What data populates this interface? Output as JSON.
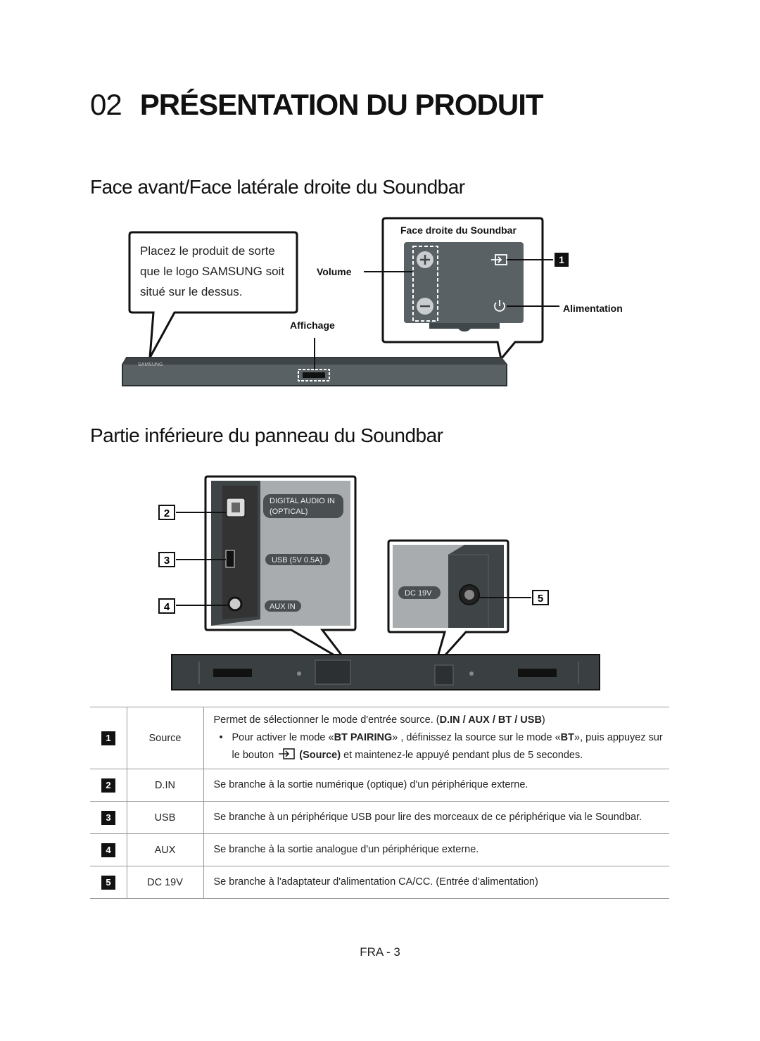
{
  "chapter": {
    "number": "02",
    "title": "PRÉSENTATION DU PRODUIT"
  },
  "section1": {
    "title": "Face avant/Face latérale droite du Soundbar"
  },
  "front_diagram": {
    "callout_text": "Placez le produit de sorte que le logo SAMSUNG soit situé sur le dessus.",
    "side_panel_title": "Face droite du Soundbar",
    "label_volume": "Volume",
    "label_affichage": "Affichage",
    "label_alimentation": "Alimentation",
    "marker": "1",
    "logo_text": "SAMSUNG"
  },
  "section2": {
    "title": "Partie inférieure du panneau du Soundbar"
  },
  "bottom_diagram": {
    "port_optical": "DIGITAL AUDIO IN",
    "port_optical_sub": "(OPTICAL)",
    "port_usb": "USB (5V 0.5A)",
    "port_aux": "AUX IN",
    "port_dc": "DC 19V",
    "markers": [
      "2",
      "3",
      "4",
      "5"
    ]
  },
  "table": {
    "rows": [
      {
        "num": "1",
        "name": "Source",
        "desc_line": "Permet de sélectionner le mode d'entrée source. (",
        "desc_modes": "D.IN / AUX / BT / USB",
        "desc_end": ")",
        "bullet_a": "Pour activer le mode «",
        "bullet_b": "BT PAIRING",
        "bullet_c": "» , définissez la source sur le mode «",
        "bullet_d": "BT",
        "bullet_e": "», puis appuyez sur le bouton ",
        "bullet_f": "(Source)",
        "bullet_g": " et maintenez-le appuyé pendant plus de 5 secondes."
      },
      {
        "num": "2",
        "name": "D.IN",
        "desc": "Se branche à la sortie numérique (optique) d'un périphérique externe."
      },
      {
        "num": "3",
        "name": "USB",
        "desc": "Se branche à un périphérique USB pour lire des morceaux de ce périphérique via le Soundbar."
      },
      {
        "num": "4",
        "name": "AUX",
        "desc": "Se branche à la sortie analogue d'un périphérique externe."
      },
      {
        "num": "5",
        "name": "DC 19V",
        "desc": "Se branche à l'adaptateur d'alimentation CA/CC. (Entrée d'alimentation)"
      }
    ]
  },
  "footer": {
    "page": "FRA - 3"
  }
}
